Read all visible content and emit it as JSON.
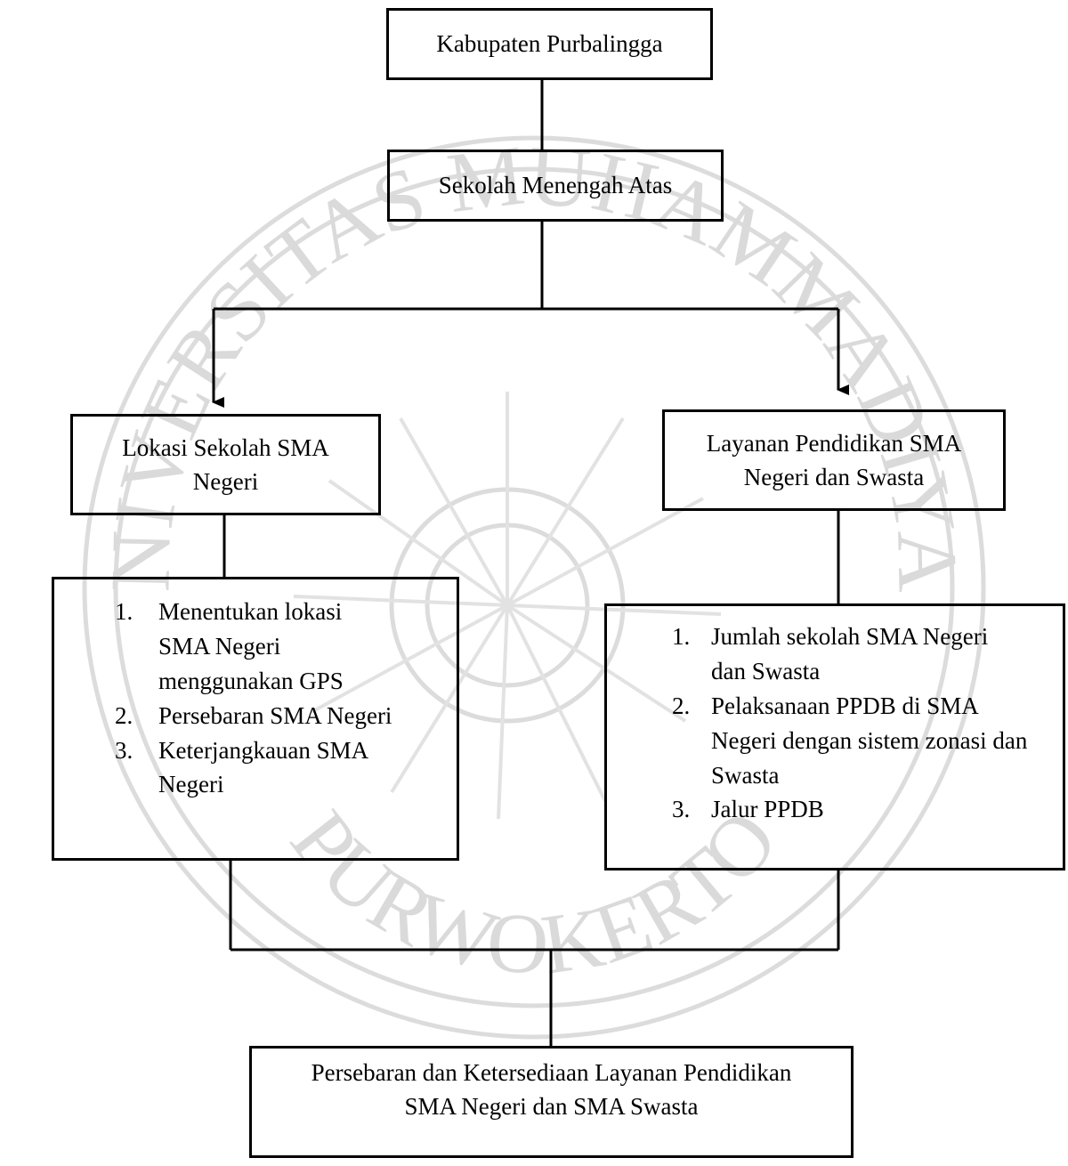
{
  "watermark": {
    "top_text": "UNIVERSITAS MUHAMMADIYAH",
    "bottom_text": "PURWOKERTO"
  },
  "nodes": {
    "root": "Kabupaten Purbalingga",
    "level1": "Sekolah Menengah Atas",
    "left": "Lokasi Sekolah SMA Negeri",
    "right": "Layanan Pendidikan SMA Negeri dan Swasta",
    "result": "Persebaran dan Ketersediaan Layanan Pendidikan SMA Negeri dan SMA Swasta"
  },
  "left_list": [
    {
      "num": "1.",
      "text": "Menentukan lokasi SMA Negeri menggunakan GPS"
    },
    {
      "num": "2.",
      "text": "Persebaran SMA Negeri"
    },
    {
      "num": "3.",
      "text": "Keterjangkauan SMA Negeri"
    }
  ],
  "right_list": [
    {
      "num": "1.",
      "text": "Jumlah sekolah SMA Negeri dan Swasta"
    },
    {
      "num": "2.",
      "text": "Pelaksanaan PPDB di SMA Negeri dengan sistem zonasi dan Swasta"
    },
    {
      "num": "3.",
      "text": "Jalur PPDB"
    }
  ],
  "colors": {
    "line": "#000000",
    "watermark": "#d8d8d8"
  }
}
